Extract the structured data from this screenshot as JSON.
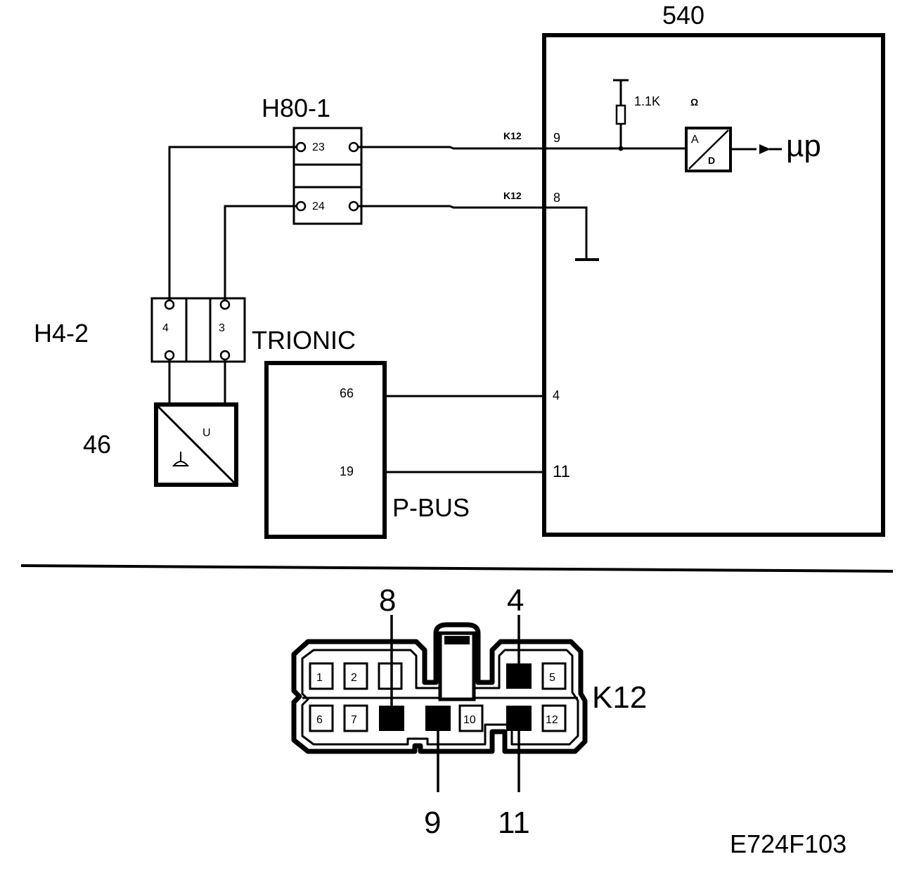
{
  "components": {
    "control_module": {
      "label": "540"
    },
    "h80": {
      "label": "H80-1",
      "pin_top": "23",
      "pin_bottom": "24"
    },
    "h4": {
      "label": "H4-2",
      "pin_left": "4",
      "pin_right": "3"
    },
    "sensor": {
      "label": "46",
      "symbol": "U"
    },
    "trionic": {
      "label": "TRIONIC",
      "pin_top": "66",
      "pin_bottom": "19",
      "bus_label": "P-BUS"
    },
    "module_pins": {
      "p9": "9",
      "p8": "8",
      "p4": "4",
      "p11": "11"
    },
    "wire_labels": {
      "k12_a": "K12",
      "k12_b": "K12"
    },
    "resistor": {
      "value": "1.1K",
      "unit": "Ω"
    },
    "adc": {
      "a": "A",
      "d": "D"
    },
    "micro": {
      "label": "µp"
    }
  },
  "connector": {
    "name": "K12",
    "callouts": {
      "top_left": "8",
      "top_right": "4",
      "bottom_left": "9",
      "bottom_right": "11"
    },
    "cells": [
      "1",
      "2",
      "",
      "5",
      "6",
      "7",
      "10",
      "12"
    ]
  },
  "figure_id": "E724F103",
  "icons": [
    "ground-icon",
    "resistor-icon",
    "adc-icon",
    "arrow-icon"
  ]
}
